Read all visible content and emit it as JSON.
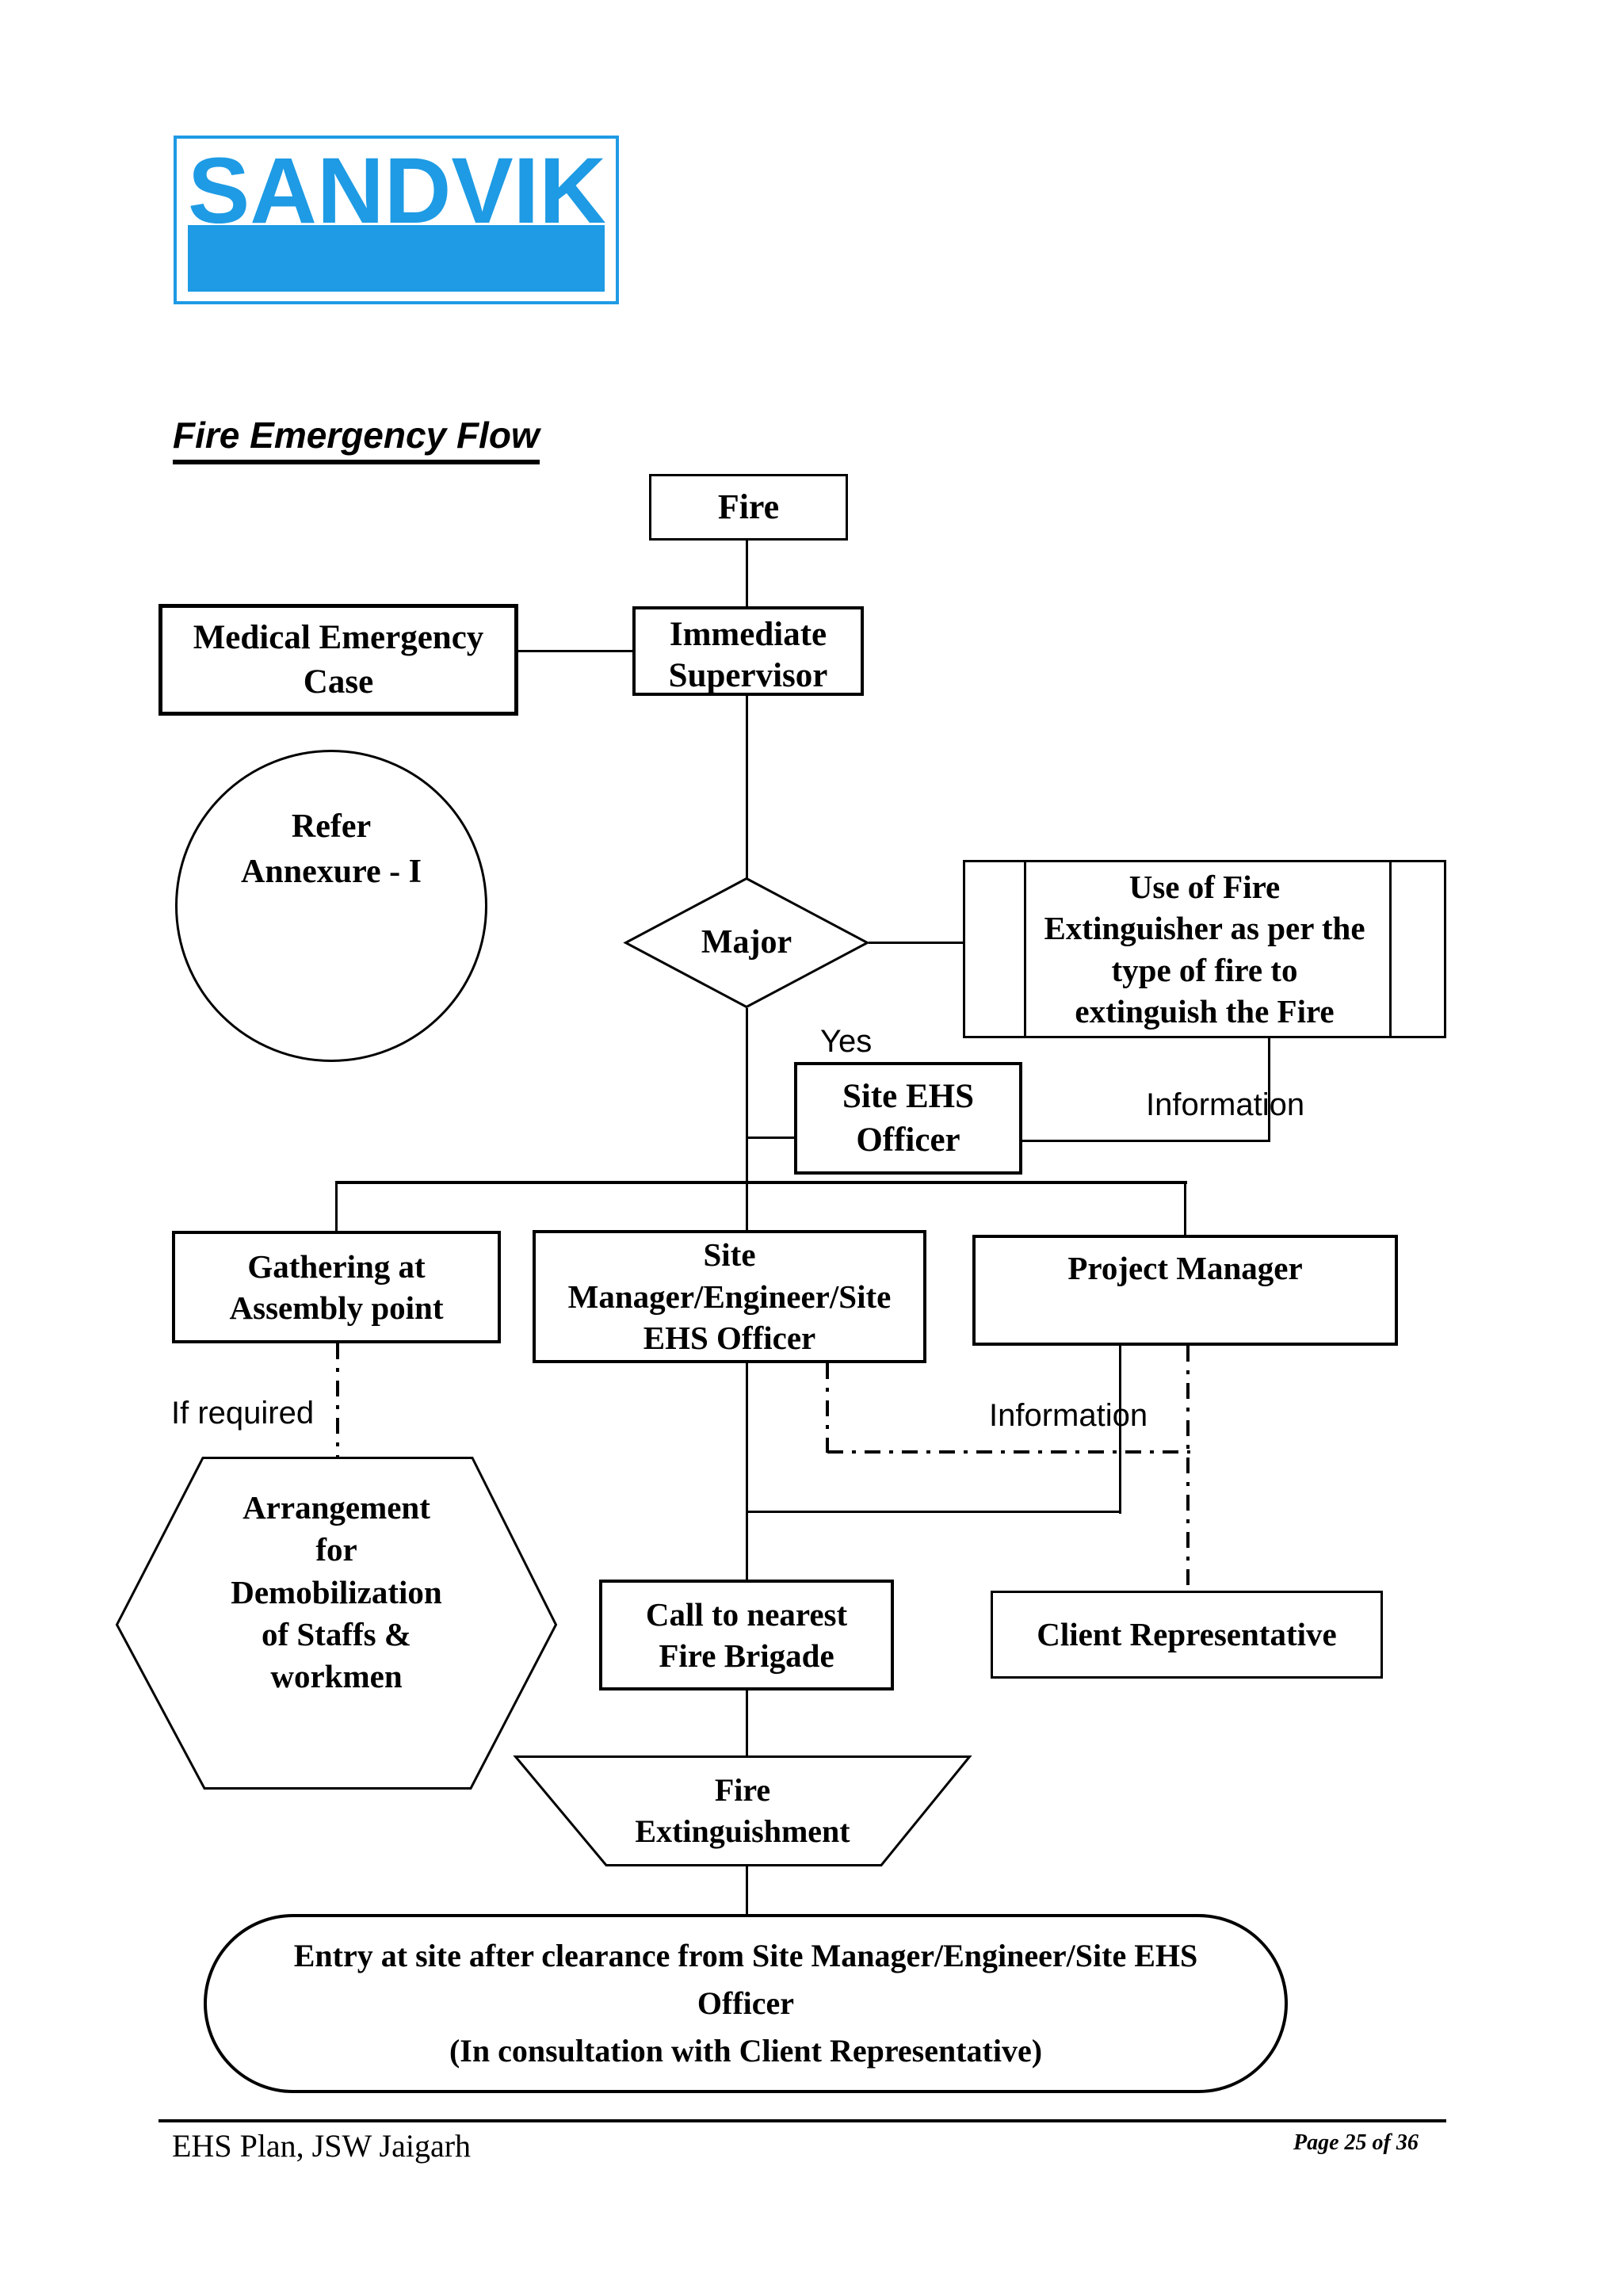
{
  "logo": {
    "text": "SANDVIK",
    "color": "#1e9be4"
  },
  "heading": "Fire Emergency Flow",
  "nodes": {
    "fire": "Fire",
    "medical": "Medical Emergency\nCase",
    "supervisor": "Immediate\nSupervisor",
    "annexure": "Refer\nAnnexure - I",
    "major": "Major",
    "extinguisher": "Use of Fire\nExtinguisher as per the\ntype of fire to\nextinguish the Fire",
    "site_ehs": "Site EHS\nOfficer",
    "gathering": "Gathering at\nAssembly point",
    "site_manager": "Site\nManager/Engineer/Site\nEHS Officer",
    "project_manager": "Project Manager",
    "demobilization": "Arrangement\nfor\nDemobilization\nof Staffs &\nworkmen",
    "fire_brigade": "Call to nearest\nFire Brigade",
    "client_rep": "Client Representative",
    "fire_extinguishment": "Fire\nExtinguishment",
    "entry": "Entry at site after clearance from Site Manager/Engineer/Site EHS\nOfficer\n(In consultation with Client Representative)"
  },
  "labels": {
    "yes": "Yes",
    "information_top": "Information",
    "if_required": "If required",
    "information_mid": "Information"
  },
  "footer": {
    "left": "EHS Plan, JSW Jaigarh",
    "right": "Page 25 of 36"
  }
}
